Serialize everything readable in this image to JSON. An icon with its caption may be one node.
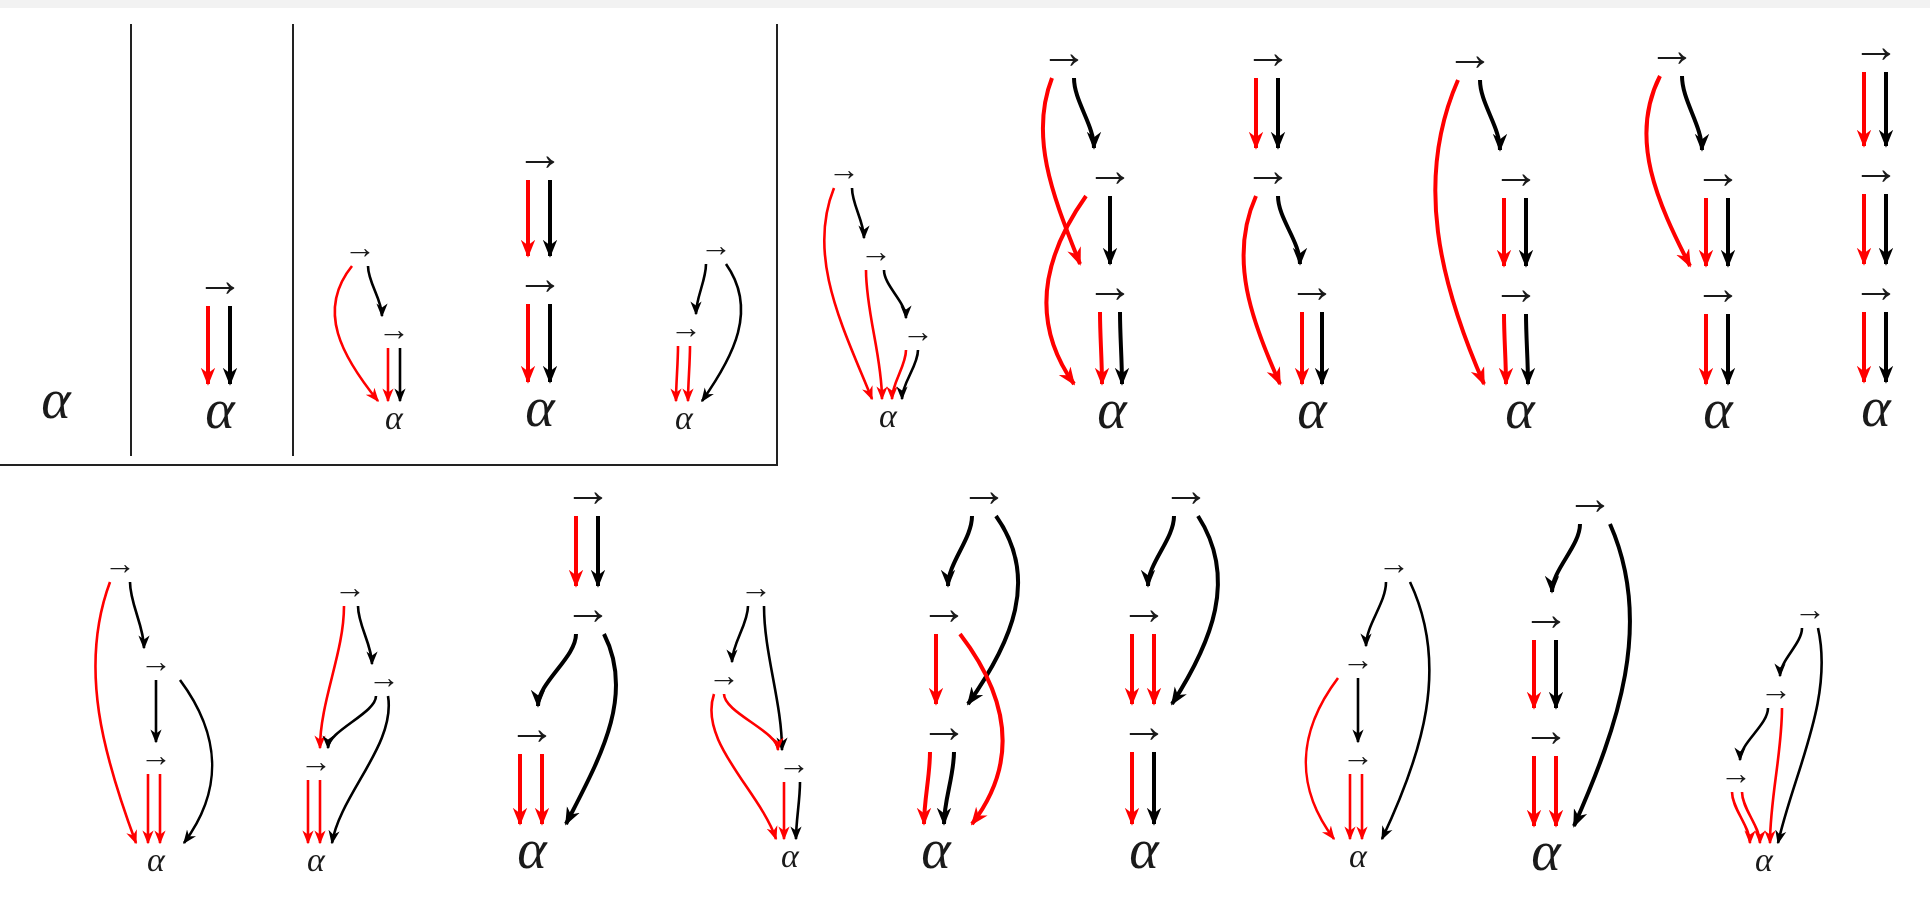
{
  "diagram": {
    "nodes": [
      {
        "text": [
          "α"
        ]
      },
      {
        "text": [
          "→"
        ]
      },
      {
        "text": [
          "α"
        ]
      },
      {
        "text": [
          "→"
        ]
      },
      {
        "text": [
          "→"
        ]
      },
      {
        "text": [
          "α"
        ]
      },
      {
        "text": [
          "→"
        ]
      },
      {
        "text": [
          "→"
        ]
      },
      {
        "text": [
          "α"
        ]
      },
      {
        "text": [
          "→"
        ]
      },
      {
        "text": [
          "→"
        ]
      },
      {
        "text": [
          "α"
        ]
      },
      {
        "text": [
          "→"
        ]
      },
      {
        "text": [
          "→"
        ]
      },
      {
        "text": [
          "→"
        ]
      },
      {
        "text": [
          "α"
        ]
      },
      {
        "text": [
          "→"
        ]
      },
      {
        "text": [
          "→"
        ]
      },
      {
        "text": [
          "→"
        ]
      },
      {
        "text": [
          "α"
        ]
      },
      {
        "text": [
          "→"
        ]
      },
      {
        "text": [
          "→"
        ]
      },
      {
        "text": [
          "→"
        ]
      },
      {
        "text": [
          "α"
        ]
      },
      {
        "text": [
          "→"
        ]
      },
      {
        "text": [
          "→"
        ]
      },
      {
        "text": [
          "→"
        ]
      },
      {
        "text": [
          "α"
        ]
      },
      {
        "text": [
          "→"
        ]
      },
      {
        "text": [
          "→"
        ]
      },
      {
        "text": [
          "→"
        ]
      },
      {
        "text": [
          "α"
        ]
      },
      {
        "text": [
          "→"
        ]
      },
      {
        "text": [
          "→"
        ]
      },
      {
        "text": [
          "→"
        ]
      },
      {
        "text": [
          "α"
        ]
      },
      {
        "text": [
          "→"
        ]
      },
      {
        "text": [
          "→"
        ]
      },
      {
        "text": [
          "→"
        ]
      },
      {
        "text": [
          "α"
        ]
      },
      {
        "text": [
          "→"
        ]
      },
      {
        "text": [
          "→"
        ]
      },
      {
        "text": [
          "→"
        ]
      },
      {
        "text": [
          "α"
        ]
      },
      {
        "text": [
          "→"
        ]
      },
      {
        "text": [
          "→"
        ]
      },
      {
        "text": [
          "→"
        ]
      },
      {
        "text": [
          "α"
        ]
      },
      {
        "text": [
          "→"
        ]
      },
      {
        "text": [
          "→"
        ]
      },
      {
        "text": [
          "→"
        ]
      },
      {
        "text": [
          "α"
        ]
      },
      {
        "text": [
          "→"
        ]
      },
      {
        "text": [
          "→"
        ]
      },
      {
        "text": [
          "→"
        ]
      },
      {
        "text": [
          "α"
        ]
      },
      {
        "text": [
          "→"
        ]
      },
      {
        "text": [
          "→"
        ]
      },
      {
        "text": [
          "→"
        ]
      },
      {
        "text": [
          "α"
        ]
      },
      {
        "text": [
          "→"
        ]
      },
      {
        "text": [
          "→"
        ]
      },
      {
        "text": [
          "→"
        ]
      },
      {
        "text": [
          "α"
        ]
      },
      {
        "text": [
          "→"
        ]
      },
      {
        "text": [
          "→"
        ]
      },
      {
        "text": [
          "→"
        ]
      },
      {
        "text": [
          "α"
        ]
      },
      {
        "text": [
          "→"
        ]
      },
      {
        "text": [
          "→"
        ]
      },
      {
        "text": [
          "→"
        ]
      },
      {
        "text": [
          "α"
        ]
      }
    ],
    "edges": [
      {
        "from": 1,
        "to": 2,
        "arrow": "to",
        "color": "#ff0000"
      },
      {
        "from": 1,
        "to": 2,
        "arrow": "to",
        "color": "#000000"
      },
      {
        "from": 3,
        "to": 4,
        "arrow": "to",
        "color": "#000000"
      },
      {
        "from": 3,
        "to": 5,
        "arrow": "to",
        "color": "#ff0000"
      },
      {
        "from": 4,
        "to": 5,
        "arrow": "to",
        "color": "#ff0000"
      },
      {
        "from": 4,
        "to": 5,
        "arrow": "to",
        "color": "#000000"
      },
      {
        "from": 6,
        "to": 7,
        "arrow": "to",
        "color": "#ff0000"
      },
      {
        "from": 6,
        "to": 7,
        "arrow": "to",
        "color": "#000000"
      },
      {
        "from": 7,
        "to": 8,
        "arrow": "to",
        "color": "#ff0000"
      },
      {
        "from": 7,
        "to": 8,
        "arrow": "to",
        "color": "#000000"
      },
      {
        "from": 9,
        "to": 10,
        "arrow": "to",
        "color": "#000000"
      },
      {
        "from": 9,
        "to": 11,
        "arrow": "to",
        "color": "#000000"
      },
      {
        "from": 10,
        "to": 11,
        "arrow": "to",
        "color": "#ff0000"
      },
      {
        "from": 10,
        "to": 11,
        "arrow": "to",
        "color": "#ff0000"
      },
      {
        "from": 12,
        "to": 13,
        "arrow": "to",
        "color": "#000000"
      },
      {
        "from": 12,
        "to": 15,
        "arrow": "to",
        "color": "#ff0000"
      },
      {
        "from": 13,
        "to": 14,
        "arrow": "to",
        "color": "#000000"
      },
      {
        "from": 13,
        "to": 15,
        "arrow": "to",
        "color": "#ff0000"
      },
      {
        "from": 14,
        "to": 15,
        "arrow": "to",
        "color": "#ff0000"
      },
      {
        "from": 14,
        "to": 15,
        "arrow": "to",
        "color": "#000000"
      },
      {
        "from": 16,
        "to": 17,
        "arrow": "to",
        "color": "#000000"
      },
      {
        "from": 16,
        "to": 18,
        "arrow": "to",
        "color": "#ff0000"
      },
      {
        "from": 17,
        "to": 18,
        "arrow": "to",
        "color": "#000000"
      },
      {
        "from": 17,
        "to": 19,
        "arrow": "to",
        "color": "#ff0000"
      },
      {
        "from": 18,
        "to": 19,
        "arrow": "to",
        "color": "#ff0000"
      },
      {
        "from": 18,
        "to": 19,
        "arrow": "to",
        "color": "#000000"
      },
      {
        "from": 20,
        "to": 21,
        "arrow": "to",
        "color": "#ff0000"
      },
      {
        "from": 20,
        "to": 21,
        "arrow": "to",
        "color": "#000000"
      },
      {
        "from": 21,
        "to": 22,
        "arrow": "to",
        "color": "#000000"
      },
      {
        "from": 21,
        "to": 23,
        "arrow": "to",
        "color": "#ff0000"
      },
      {
        "from": 22,
        "to": 23,
        "arrow": "to",
        "color": "#ff0000"
      },
      {
        "from": 22,
        "to": 23,
        "arrow": "to",
        "color": "#000000"
      },
      {
        "from": 24,
        "to": 25,
        "arrow": "to",
        "color": "#000000"
      },
      {
        "from": 24,
        "to": 27,
        "arrow": "to",
        "color": "#ff0000"
      },
      {
        "from": 25,
        "to": 26,
        "arrow": "to",
        "color": "#ff0000"
      },
      {
        "from": 25,
        "to": 26,
        "arrow": "to",
        "color": "#000000"
      },
      {
        "from": 26,
        "to": 27,
        "arrow": "to",
        "color": "#ff0000"
      },
      {
        "from": 26,
        "to": 27,
        "arrow": "to",
        "color": "#000000"
      },
      {
        "from": 28,
        "to": 29,
        "arrow": "to",
        "color": "#000000"
      },
      {
        "from": 28,
        "to": 30,
        "arrow": "to",
        "color": "#ff0000"
      },
      {
        "from": 29,
        "to": 30,
        "arrow": "to",
        "color": "#ff0000"
      },
      {
        "from": 29,
        "to": 30,
        "arrow": "to",
        "color": "#000000"
      },
      {
        "from": 30,
        "to": 31,
        "arrow": "to",
        "color": "#ff0000"
      },
      {
        "from": 30,
        "to": 31,
        "arrow": "to",
        "color": "#000000"
      },
      {
        "from": 32,
        "to": 33,
        "arrow": "to",
        "color": "#ff0000"
      },
      {
        "from": 32,
        "to": 33,
        "arrow": "to",
        "color": "#000000"
      },
      {
        "from": 33,
        "to": 34,
        "arrow": "to",
        "color": "#ff0000"
      },
      {
        "from": 33,
        "to": 34,
        "arrow": "to",
        "color": "#000000"
      },
      {
        "from": 34,
        "to": 35,
        "arrow": "to",
        "color": "#ff0000"
      },
      {
        "from": 34,
        "to": 35,
        "arrow": "to",
        "color": "#000000"
      },
      {
        "from": 36,
        "to": 37,
        "arrow": "to",
        "color": "#000000"
      },
      {
        "from": 36,
        "to": 39,
        "arrow": "to",
        "color": "#ff0000"
      },
      {
        "from": 37,
        "to": 38,
        "arrow": "to",
        "color": "#000000"
      },
      {
        "from": 37,
        "to": 39,
        "arrow": "to",
        "color": "#000000"
      },
      {
        "from": 38,
        "to": 39,
        "arrow": "to",
        "color": "#ff0000"
      },
      {
        "from": 38,
        "to": 39,
        "arrow": "to",
        "color": "#ff0000"
      },
      {
        "from": 40,
        "to": 41,
        "arrow": "to",
        "color": "#000000"
      },
      {
        "from": 40,
        "to": 42,
        "arrow": "to",
        "color": "#ff0000"
      },
      {
        "from": 41,
        "to": 42,
        "arrow": "to",
        "color": "#000000"
      },
      {
        "from": 41,
        "to": 43,
        "arrow": "to",
        "color": "#000000"
      },
      {
        "from": 42,
        "to": 43,
        "arrow": "to",
        "color": "#ff0000"
      },
      {
        "from": 42,
        "to": 43,
        "arrow": "to",
        "color": "#ff0000"
      },
      {
        "from": 44,
        "to": 45,
        "arrow": "to",
        "color": "#ff0000"
      },
      {
        "from": 44,
        "to": 45,
        "arrow": "to",
        "color": "#000000"
      },
      {
        "from": 45,
        "to": 46,
        "arrow": "to",
        "color": "#000000"
      },
      {
        "from": 45,
        "to": 47,
        "arrow": "to",
        "color": "#000000"
      },
      {
        "from": 46,
        "to": 47,
        "arrow": "to",
        "color": "#ff0000"
      },
      {
        "from": 46,
        "to": 47,
        "arrow": "to",
        "color": "#ff0000"
      },
      {
        "from": 48,
        "to": 49,
        "arrow": "to",
        "color": "#000000"
      },
      {
        "from": 48,
        "to": 50,
        "arrow": "to",
        "color": "#000000"
      },
      {
        "from": 49,
        "to": 50,
        "arrow": "to",
        "color": "#ff0000"
      },
      {
        "from": 49,
        "to": 51,
        "arrow": "to",
        "color": "#ff0000"
      },
      {
        "from": 50,
        "to": 51,
        "arrow": "to",
        "color": "#ff0000"
      },
      {
        "from": 50,
        "to": 51,
        "arrow": "to",
        "color": "#000000"
      },
      {
        "from": 52,
        "to": 53,
        "arrow": "to",
        "color": "#000000"
      },
      {
        "from": 52,
        "to": 54,
        "arrow": "to",
        "color": "#000000"
      },
      {
        "from": 53,
        "to": 54,
        "arrow": "to",
        "color": "#ff0000"
      },
      {
        "from": 53,
        "to": 55,
        "arrow": "to",
        "color": "#ff0000"
      },
      {
        "from": 54,
        "to": 55,
        "arrow": "to",
        "color": "#ff0000"
      },
      {
        "from": 54,
        "to": 55,
        "arrow": "to",
        "color": "#000000"
      },
      {
        "from": 56,
        "to": 57,
        "arrow": "to",
        "color": "#000000"
      },
      {
        "from": 56,
        "to": 58,
        "arrow": "to",
        "color": "#000000"
      },
      {
        "from": 57,
        "to": 58,
        "arrow": "to",
        "color": "#ff0000"
      },
      {
        "from": 57,
        "to": 58,
        "arrow": "to",
        "color": "#ff0000"
      },
      {
        "from": 58,
        "to": 59,
        "arrow": "to",
        "color": "#ff0000"
      },
      {
        "from": 58,
        "to": 59,
        "arrow": "to",
        "color": "#000000"
      },
      {
        "from": 60,
        "to": 61,
        "arrow": "to",
        "color": "#000000"
      },
      {
        "from": 60,
        "to": 63,
        "arrow": "to",
        "color": "#000000"
      },
      {
        "from": 61,
        "to": 62,
        "arrow": "to",
        "color": "#000000"
      },
      {
        "from": 61,
        "to": 63,
        "arrow": "to",
        "color": "#ff0000"
      },
      {
        "from": 62,
        "to": 63,
        "arrow": "to",
        "color": "#ff0000"
      },
      {
        "from": 62,
        "to": 63,
        "arrow": "to",
        "color": "#ff0000"
      },
      {
        "from": 64,
        "to": 65,
        "arrow": "to",
        "color": "#000000"
      },
      {
        "from": 64,
        "to": 67,
        "arrow": "to",
        "color": "#000000"
      },
      {
        "from": 65,
        "to": 66,
        "arrow": "to",
        "color": "#ff0000"
      },
      {
        "from": 65,
        "to": 66,
        "arrow": "to",
        "color": "#000000"
      },
      {
        "from": 66,
        "to": 67,
        "arrow": "to",
        "color": "#ff0000"
      },
      {
        "from": 66,
        "to": 67,
        "arrow": "to",
        "color": "#ff0000"
      },
      {
        "from": 68,
        "to": 69,
        "arrow": "to",
        "color": "#000000"
      },
      {
        "from": 68,
        "to": 71,
        "arrow": "to",
        "color": "#000000"
      },
      {
        "from": 69,
        "to": 70,
        "arrow": "to",
        "color": "#000000"
      },
      {
        "from": 69,
        "to": 71,
        "arrow": "to",
        "color": "#ff0000"
      },
      {
        "from": 70,
        "to": 71,
        "arrow": "to",
        "color": "#ff0000"
      },
      {
        "from": 70,
        "to": 71,
        "arrow": "to",
        "color": "#ff0000"
      }
    ]
  }
}
